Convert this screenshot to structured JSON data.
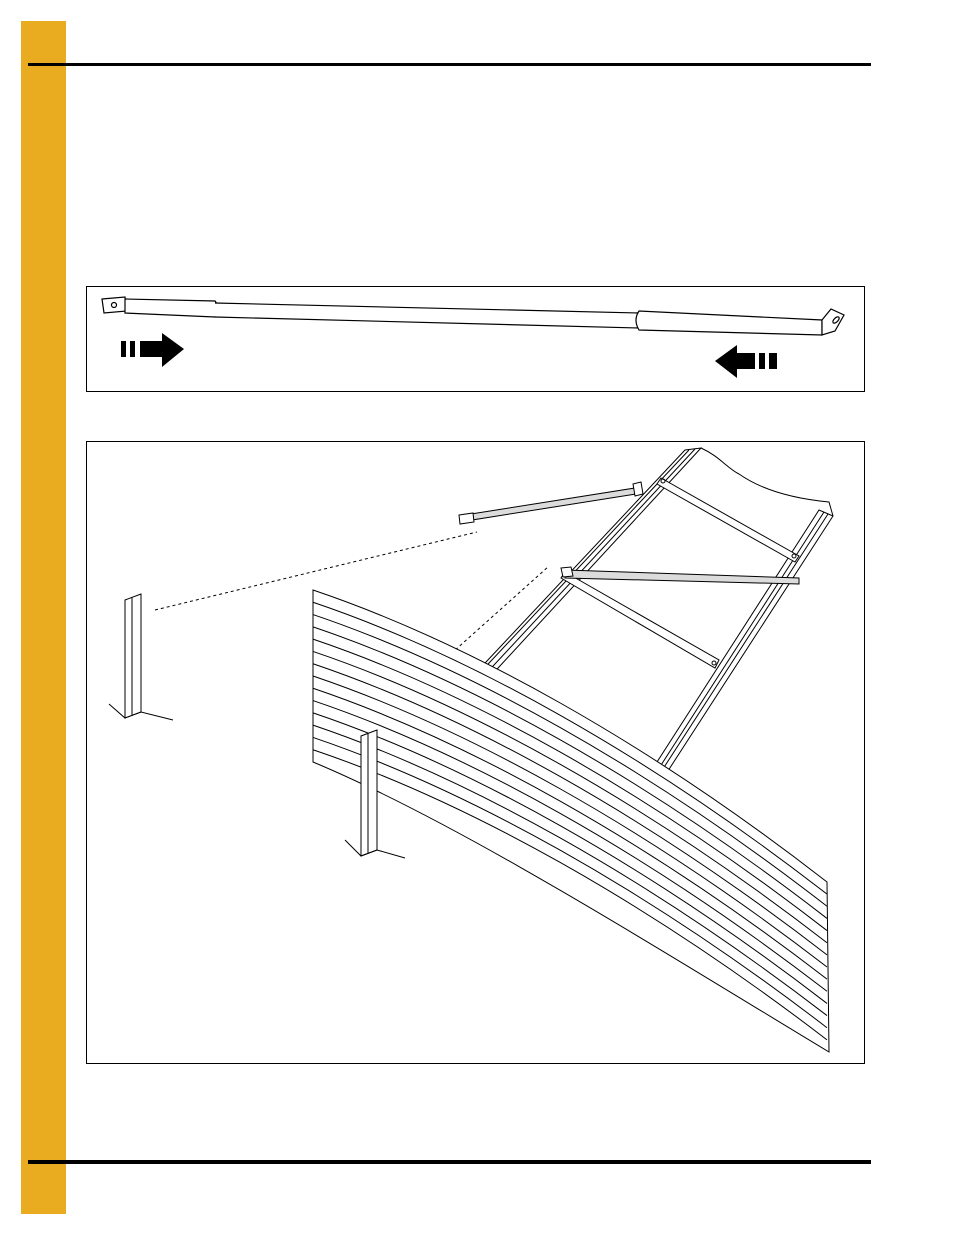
{
  "colors": {
    "side_tab": "#E9AC20",
    "rules": "#000000",
    "line_art": "#000000",
    "tube_shade": "#DCDCDC"
  },
  "figures": [
    {
      "id": "figure-brace-rod",
      "icons": [
        "arrow-right-icon",
        "arrow-left-icon"
      ]
    },
    {
      "id": "figure-bin-wall-assembly",
      "icons": [
        "brace-rod",
        "vertical-stiffener-post",
        "corrugated-wall-panel",
        "ladder-frame"
      ]
    }
  ]
}
